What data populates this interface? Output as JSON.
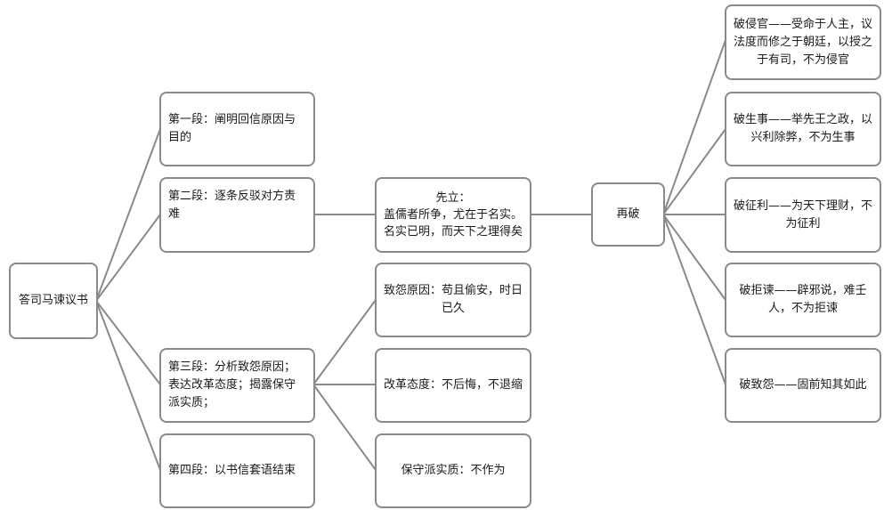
{
  "root": {
    "label": "答司马谏议书"
  },
  "sections": [
    {
      "id": "s1",
      "label": "第一段：阐明回信原因与目的"
    },
    {
      "id": "s2",
      "label": "第二段：逐条反驳对方责难"
    },
    {
      "id": "s3",
      "label": "第三段：分析致怨原因；表达改革态度；揭露保守派实质；"
    },
    {
      "id": "s4",
      "label": "第四段：以书信套语结束"
    }
  ],
  "first_point": {
    "heading": "先立：",
    "body": "盖儒者所争，尤在于名实。名实已明，而天下之理得矣"
  },
  "then_refute": {
    "label": "再破"
  },
  "refutations": [
    "破侵官——受命于人主，议法度而修之于朝廷，以授之于有司，不为侵官",
    "破生事——举先王之政，以兴利除弊，不为生事",
    "破征利——为天下理财，不为征利",
    "破拒谏——辟邪说，难壬人，不为拒谏",
    "破致怨——固前知其如此"
  ],
  "section3_points": [
    "致怨原因：苟且偷安，时日已久",
    "改革态度：不后悔，不退缩",
    "保守派实质：不作为"
  ]
}
